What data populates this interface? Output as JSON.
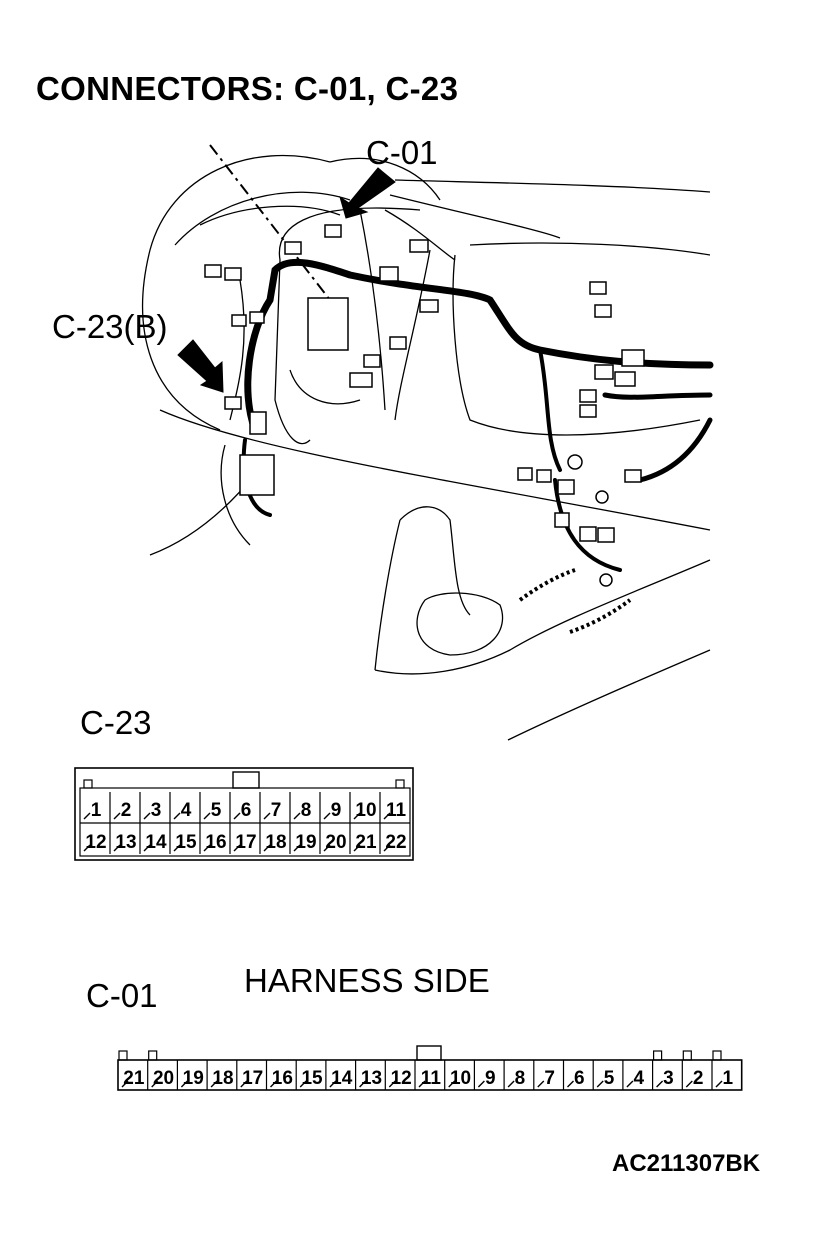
{
  "title": "CONNECTORS: C-01, C-23",
  "callouts": {
    "c01": "C-01",
    "c23b": "C-23(B)"
  },
  "c23": {
    "label": "C-23",
    "row1": [
      "1",
      "2",
      "3",
      "4",
      "5",
      "6",
      "7",
      "8",
      "9",
      "10",
      "11"
    ],
    "row2": [
      "12",
      "13",
      "14",
      "15",
      "16",
      "17",
      "18",
      "19",
      "20",
      "21",
      "22"
    ]
  },
  "c01": {
    "label": "C-01",
    "side": "HARNESS SIDE",
    "pins": [
      "21",
      "20",
      "19",
      "18",
      "17",
      "16",
      "15",
      "14",
      "13",
      "12",
      "11",
      "10",
      "9",
      "8",
      "7",
      "6",
      "5",
      "4",
      "3",
      "2",
      "1"
    ]
  },
  "figure_id": "AC211307BK"
}
